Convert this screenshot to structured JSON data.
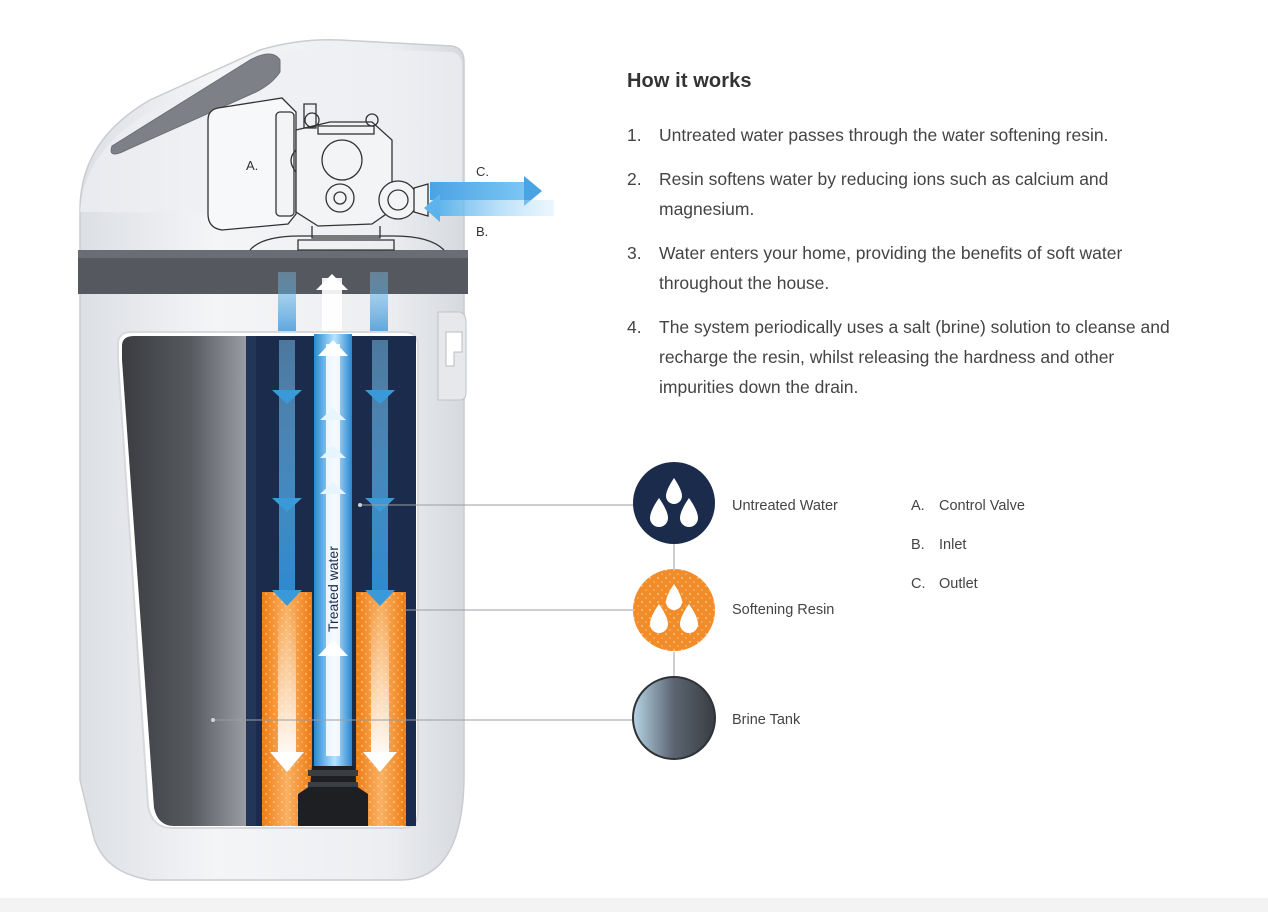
{
  "heading": "How it works",
  "steps": [
    {
      "num": "1.",
      "text": "Untreated water passes through the water softening resin."
    },
    {
      "num": "2.",
      "text": "Resin softens water by reducing ions such as calcium and magnesium."
    },
    {
      "num": "3.",
      "text": "Water enters your home, providing the benefits of soft water throughout the house."
    },
    {
      "num": "4.",
      "text": "The system periodically uses a salt (brine) solution to cleanse and recharge the resin, whilst releasing the hardness  and other impurities down the drain."
    }
  ],
  "diagram_labels": {
    "control_valve_letter": "A.",
    "outlet_letter": "C.",
    "inlet_letter": "B.",
    "treated_water": "Treated water"
  },
  "legend": {
    "untreated": "Untreated Water",
    "resin": "Softening Resin",
    "brine": "Brine Tank"
  },
  "key": [
    {
      "letter": "A.",
      "label": "Control Valve"
    },
    {
      "letter": "B.",
      "label": "Inlet"
    },
    {
      "letter": "C.",
      "label": "Outlet"
    }
  ],
  "colors": {
    "navy": "#1b2b4b",
    "resin_orange": "#f28c28",
    "water_blue": "#3a9ad9",
    "brine_gray": "#4a4d52"
  }
}
